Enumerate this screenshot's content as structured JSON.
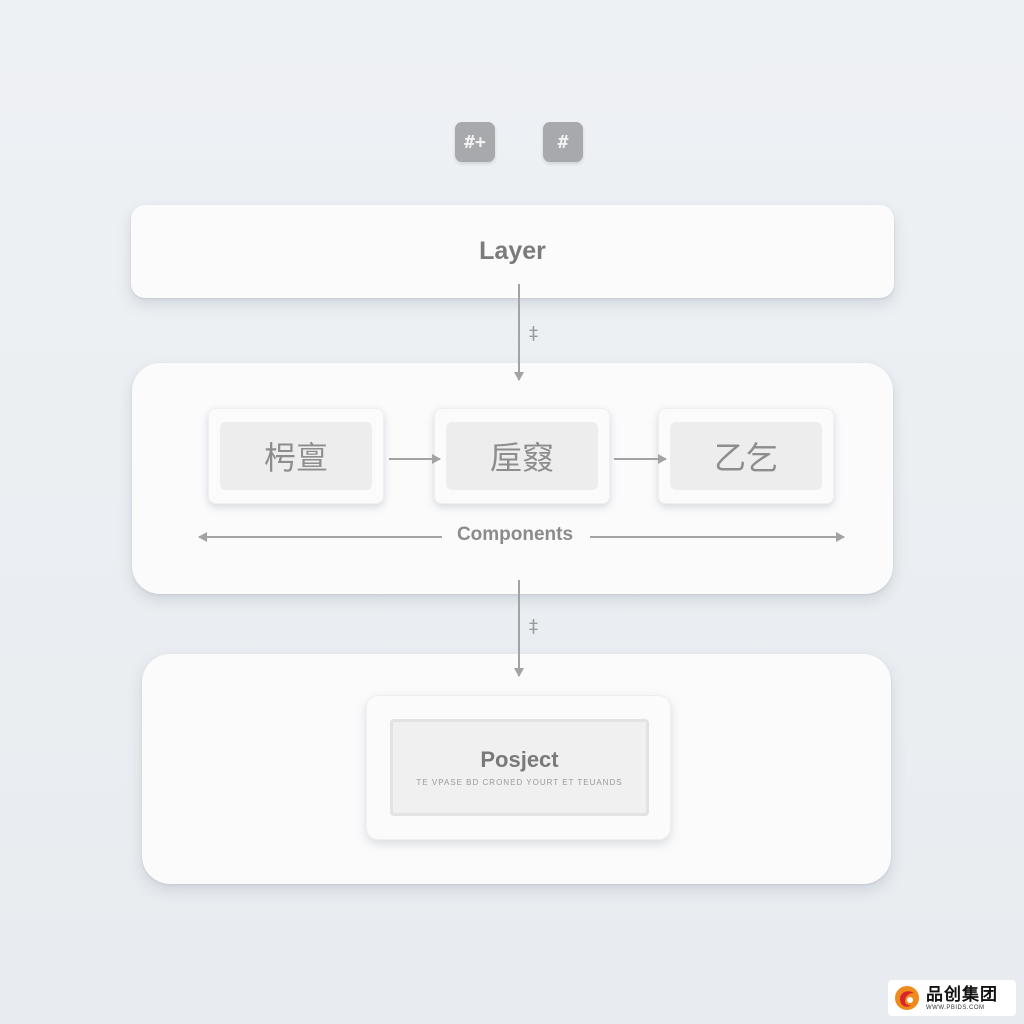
{
  "top_icons": [
    {
      "name": "hash-icon-left",
      "glyph": "#+"
    },
    {
      "name": "hash-icon-right",
      "glyph": "#"
    }
  ],
  "layer": {
    "title": "Layer"
  },
  "connector_top": {
    "glyph": "‡"
  },
  "components": {
    "label": "Components",
    "cards": [
      {
        "text": "枵亶"
      },
      {
        "text": "垕窡"
      },
      {
        "text": "乙乞"
      }
    ]
  },
  "connector_bottom": {
    "glyph": "‡"
  },
  "project": {
    "title": "Posject",
    "subtitle": "TE VPASE BD CRONED YOURT ET TEUANDS"
  },
  "watermark": {
    "text": "品创集团",
    "url": "WWW.PBIDS.COM"
  },
  "colors": {
    "background": "#eef1f4",
    "panel": "#fbfbfc",
    "accent_gray": "#a7a9ac",
    "logo_red": "#d7262b",
    "logo_orange": "#f08a1c"
  }
}
